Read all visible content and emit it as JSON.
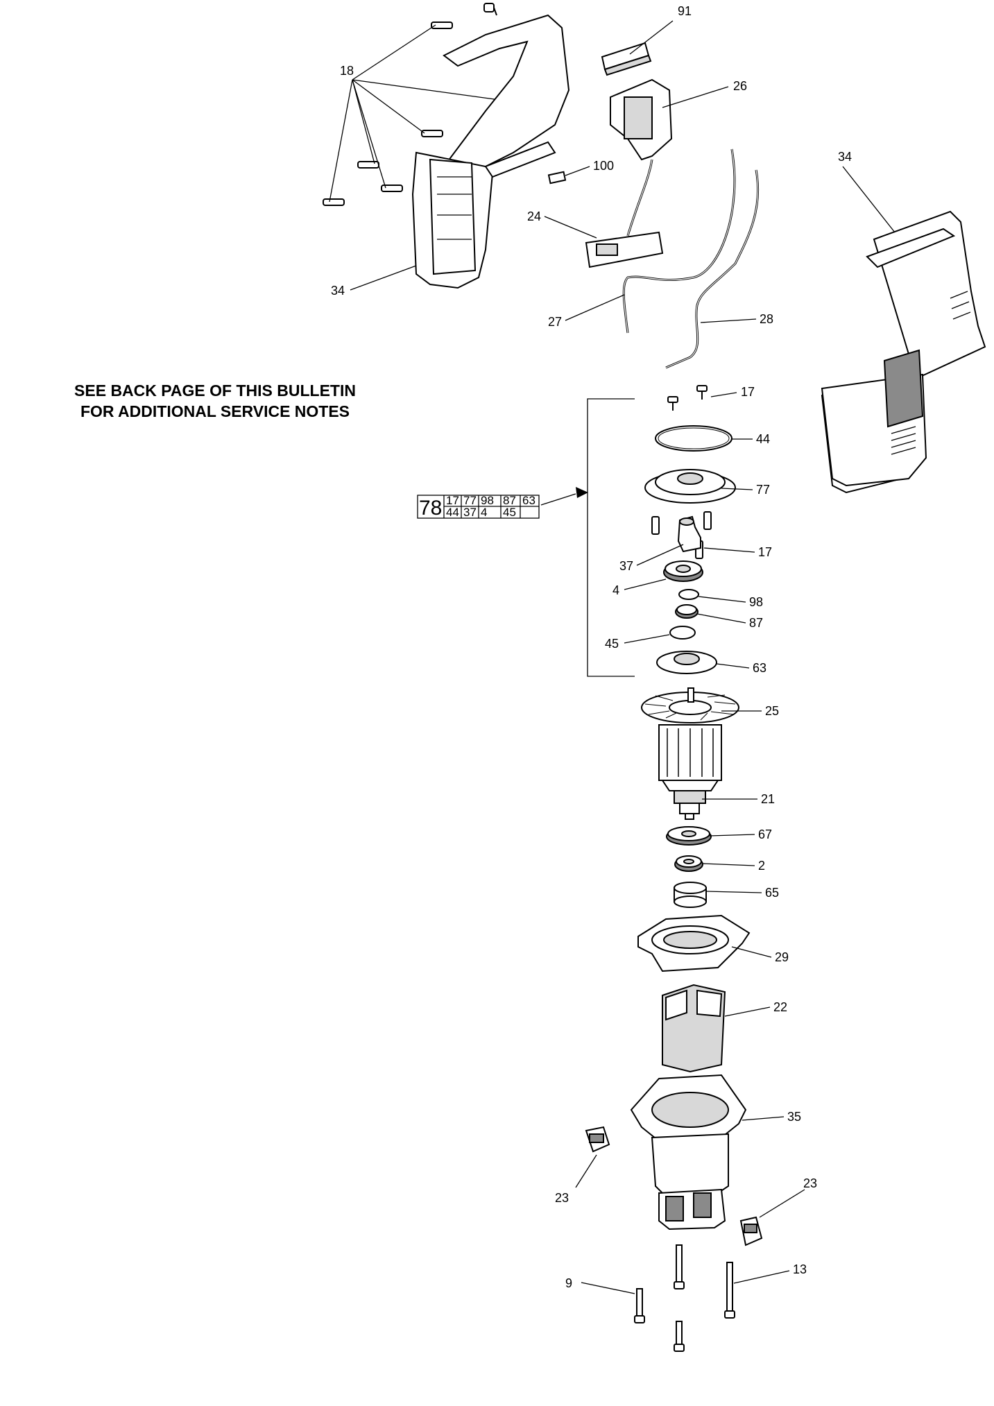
{
  "notice": {
    "line1": "SEE BACK PAGE OF THIS BULLETIN",
    "line2": "FOR ADDITIONAL SERVICE NOTES"
  },
  "kit": {
    "number": "78",
    "row1": [
      "17",
      "77",
      "98",
      "87",
      "63"
    ],
    "row2": [
      "44",
      "37",
      "4",
      "45",
      ""
    ]
  },
  "callouts": {
    "c91": "91",
    "c26": "26",
    "c18": "18",
    "c100": "100",
    "c24": "24",
    "c34a": "34",
    "c34b": "34",
    "c27": "27",
    "c28": "28",
    "c17a": "17",
    "c44": "44",
    "c77": "77",
    "c17b": "17",
    "c37": "37",
    "c4": "4",
    "c98": "98",
    "c87": "87",
    "c45": "45",
    "c63": "63",
    "c25": "25",
    "c21": "21",
    "c67": "67",
    "c2": "2",
    "c65": "65",
    "c29": "29",
    "c22": "22",
    "c35": "35",
    "c23a": "23",
    "c23b": "23",
    "c9": "9",
    "c13": "13"
  }
}
